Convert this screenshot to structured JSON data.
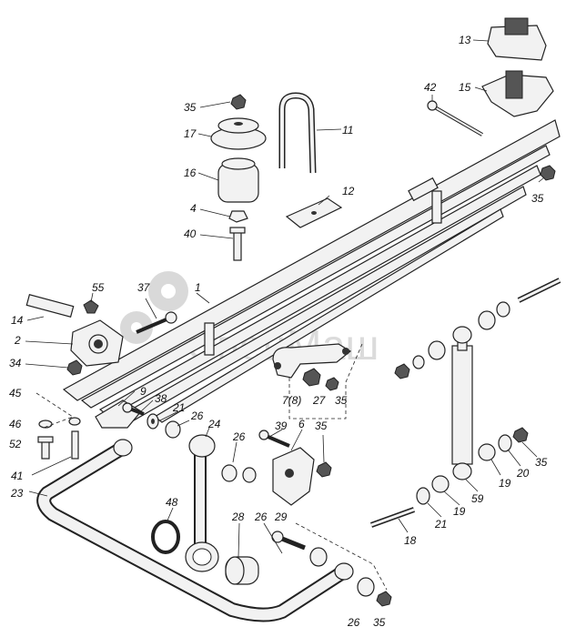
{
  "watermark": {
    "text": "СпецМаш"
  },
  "labels": {
    "l1": "1",
    "l2": "2",
    "l4": "4",
    "l6": "6",
    "l78": "7(8)",
    "l9": "9",
    "l11": "11",
    "l12": "12",
    "l13": "13",
    "l14": "14",
    "l15": "15",
    "l16": "16",
    "l17": "17",
    "l18": "18",
    "l19a": "19",
    "l19b": "19",
    "l20": "20",
    "l21a": "21",
    "l21b": "21",
    "l23": "23",
    "l24": "24",
    "l26a": "26",
    "l26b": "26",
    "l26c": "26",
    "l26d": "26",
    "l27": "27",
    "l28": "28",
    "l29": "29",
    "l34": "34",
    "l35a": "35",
    "l35b": "35",
    "l35c": "35",
    "l35d": "35",
    "l35e": "35",
    "l35f": "35",
    "l37": "37",
    "l38": "38",
    "l39": "39",
    "l40": "40",
    "l41": "41",
    "l42": "42",
    "l45": "45",
    "l46": "46",
    "l48": "48",
    "l52": "52",
    "l55": "55",
    "l59": "59"
  }
}
